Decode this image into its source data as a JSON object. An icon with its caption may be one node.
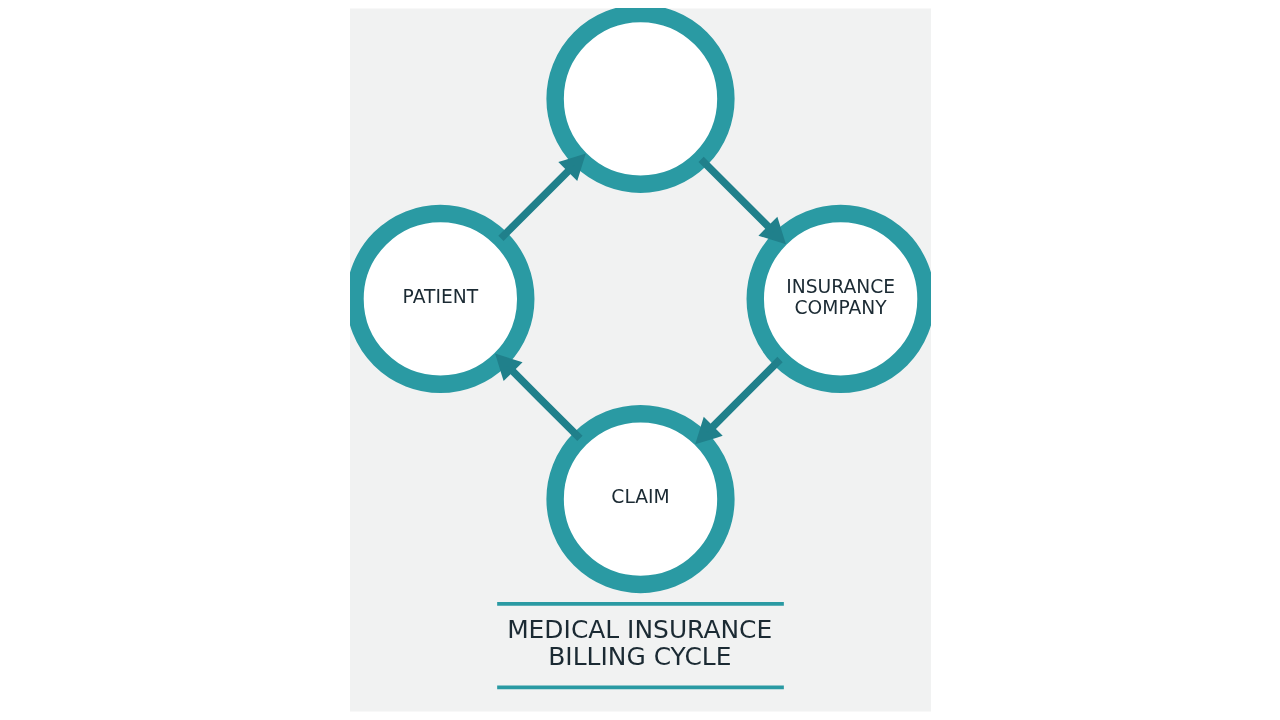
{
  "diagram": {
    "title": "MEDICAL INSURANCE BILLING CYCLE",
    "nodes": [
      {
        "text": [],
        "shape": "circle"
      },
      {
        "text": [
          "PATIENT"
        ]
      },
      {
        "text": [
          "INSURANCE COMPANY"
        ]
      },
      {
        "text": [
          "CLAIM"
        ]
      }
    ],
    "edges": [
      {
        "from": 1,
        "to": 0,
        "arrow": "to"
      },
      {
        "from": 0,
        "to": 2,
        "arrow": "to"
      },
      {
        "from": 2,
        "to": 3,
        "arrow": "to"
      },
      {
        "from": 3,
        "to": 1,
        "arrow": "to"
      }
    ]
  }
}
